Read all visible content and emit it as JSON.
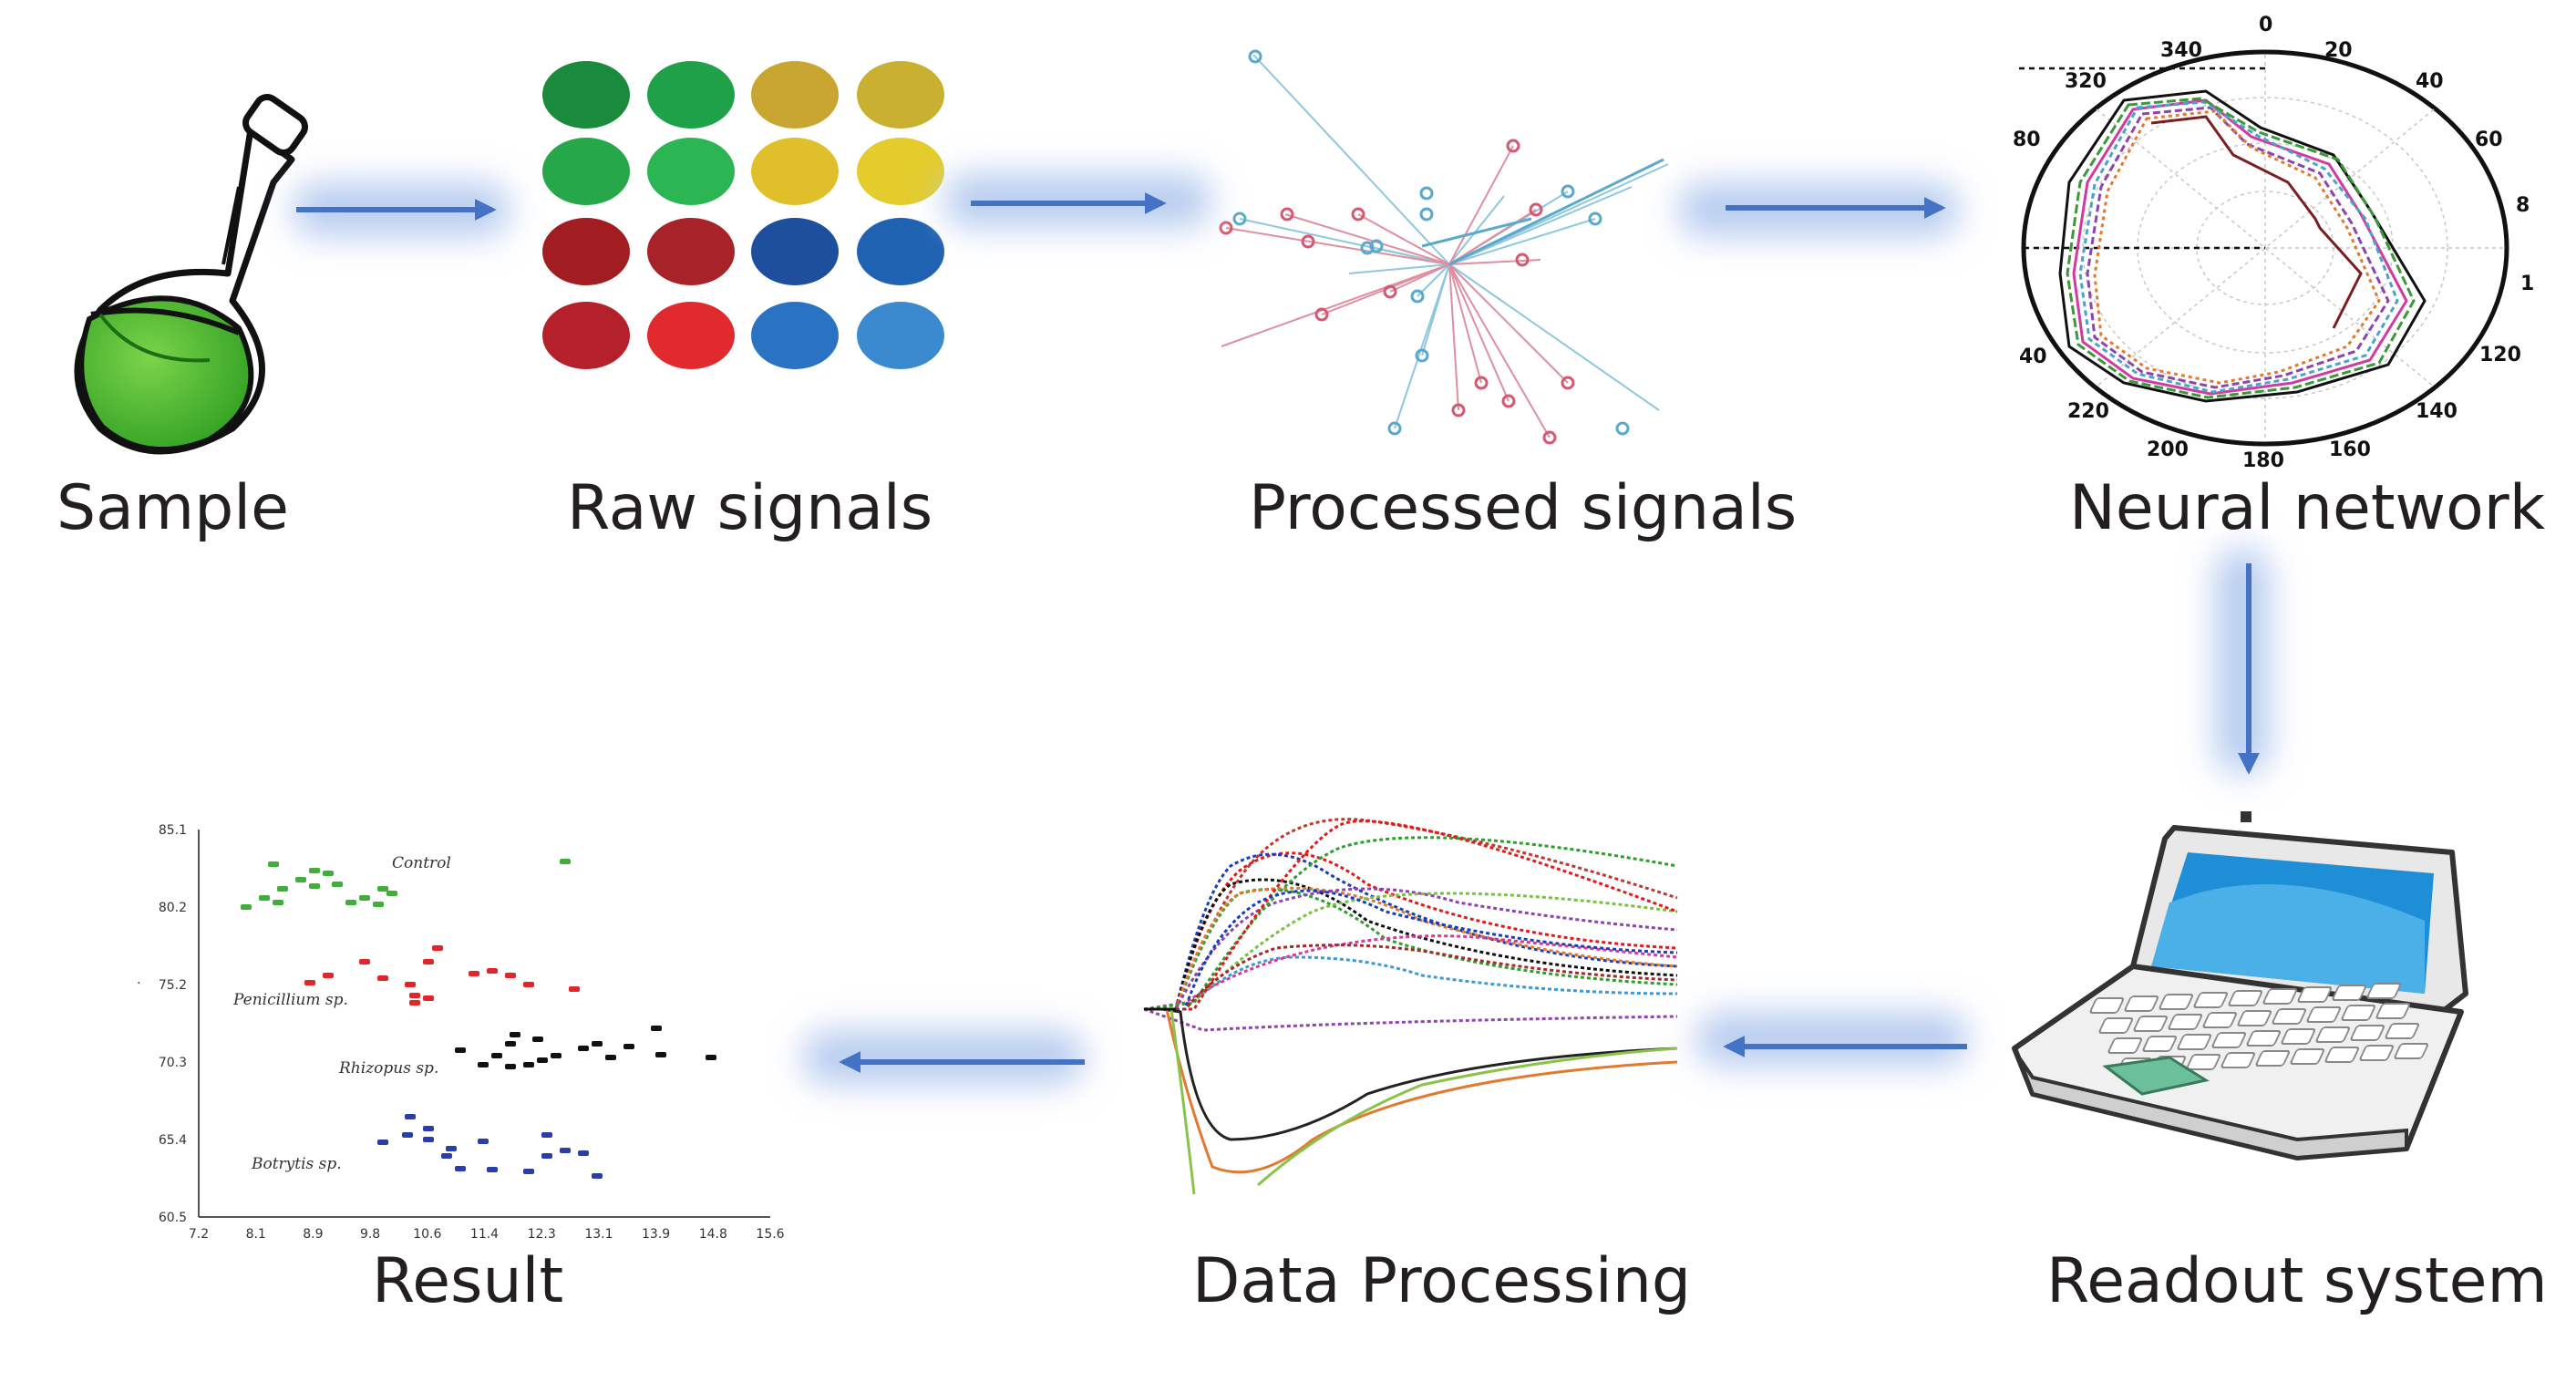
{
  "stages": {
    "sample": {
      "label": "Sample"
    },
    "raw_signals": {
      "label": "Raw signals"
    },
    "processed_signals": {
      "label": "Processed signals"
    },
    "neural_network": {
      "label": "Neural network"
    },
    "readout_system": {
      "label": "Readout system"
    },
    "data_processing": {
      "label": "Data Processing"
    },
    "result": {
      "label": "Result"
    }
  },
  "raw_signal_colors": [
    [
      "#1a8a3c",
      "#1fa14a",
      "#c9a532",
      "#c9b030"
    ],
    [
      "#26a84a",
      "#2bb553",
      "#e0c02a",
      "#e3cc2c"
    ],
    [
      "#a11d22",
      "#a8222a",
      "#1e4f9c",
      "#1f62b1"
    ],
    [
      "#b5212a",
      "#e02a2e",
      "#2a73c3",
      "#3b8ad0"
    ]
  ],
  "neural_network_polar": {
    "angle_labels": [
      "0",
      "20",
      "40",
      "60",
      "8",
      "1",
      "120",
      "140",
      "160",
      "180",
      "200",
      "220",
      "40",
      "80",
      "320",
      "340"
    ]
  },
  "result_chart": {
    "y_ticks": [
      "85.1",
      "80.2",
      "75.2",
      "70.3",
      "65.4",
      "60.5"
    ],
    "x_ticks": [
      "7.2",
      "8.1",
      "8.9",
      "9.8",
      "10.6",
      "11.4",
      "12.3",
      "13.1",
      "13.9",
      "14.8",
      "15.6"
    ],
    "groups": [
      {
        "name": "Control",
        "color": "#3fae3a"
      },
      {
        "name": "Penicillium sp.",
        "color": "#e1262a"
      },
      {
        "name": "Rhizopus sp.",
        "color": "#111111"
      },
      {
        "name": "Botrytis sp.",
        "color": "#2a3da8"
      }
    ]
  },
  "colors": {
    "arrow": "#4472c4",
    "glow": "#b9cdf0",
    "label_text": "#231f20"
  }
}
